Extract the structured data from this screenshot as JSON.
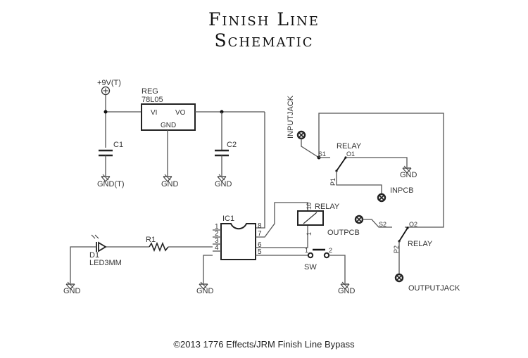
{
  "title": {
    "line1": "Finish Line",
    "line2": "Schematic"
  },
  "footer": "©2013  1776 Effects/JRM  Finish Line Bypass",
  "components": {
    "power": {
      "label": "+9V(T)",
      "icon": "plus-circle-icon"
    },
    "regulator": {
      "name": "REG",
      "value": "78L05",
      "pin_in": "VI",
      "pin_out": "VO",
      "pin_gnd": "GND"
    },
    "c1": {
      "name": "C1",
      "ground": "GND(T)"
    },
    "c2": {
      "name": "C2",
      "ground": "GND"
    },
    "reg_ground": "GND",
    "ic1": {
      "name": "IC1",
      "pins": [
        "1",
        "2",
        "3",
        "4",
        "5",
        "6",
        "7",
        "8"
      ]
    },
    "led": {
      "name": "D1",
      "value": "LED3MM",
      "ground": "GND"
    },
    "r1": {
      "name": "R1"
    },
    "ic_ground": "GND",
    "relay_coil": {
      "name": "RELAY",
      "pin_top": "10",
      "pin_bottom": "1"
    },
    "switch": {
      "name": "SW",
      "pin1": "1",
      "pin2": "2",
      "ground": "GND"
    },
    "inputjack": {
      "label": "INPUTJACK"
    },
    "relay1": {
      "name": "RELAY",
      "s": "S1",
      "o": "O1",
      "p": "P1",
      "ground": "GND"
    },
    "inpcb": {
      "label": "INPCB"
    },
    "outpcb": {
      "label": "OUTPCB"
    },
    "relay2": {
      "name": "RELAY",
      "s": "S2",
      "o": "O2",
      "p": "P2"
    },
    "outputjack": {
      "label": "OUTPUTJACK"
    }
  },
  "colors": {
    "wire": "#555555",
    "text": "#333333",
    "background": "#ffffff"
  }
}
